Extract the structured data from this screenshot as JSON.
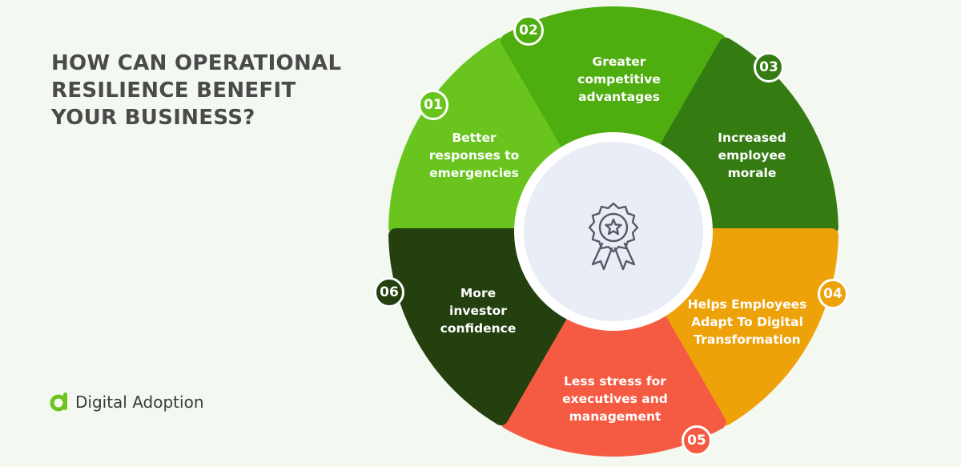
{
  "title_lines": [
    "HOW CAN OPERATIONAL",
    "RESILIENCE BENEFIT",
    "YOUR BUSINESS?"
  ],
  "logo": {
    "text": "Digital Adoption",
    "color": "#6cc51f"
  },
  "center_icon": "award-badge-icon",
  "segments": [
    {
      "number": "01",
      "lines": [
        "Better",
        "responses to",
        "emergencies"
      ],
      "color": "#69c51e"
    },
    {
      "number": "02",
      "lines": [
        "Greater",
        "competitive",
        "advantages"
      ],
      "color": "#4fae0f"
    },
    {
      "number": "03",
      "lines": [
        "Increased",
        "employee",
        "morale"
      ],
      "color": "#347b12"
    },
    {
      "number": "04",
      "lines": [
        "Helps Employees",
        "Adapt To Digital",
        "Transformation"
      ],
      "color": "#eea20a"
    },
    {
      "number": "05",
      "lines": [
        "Less stress for",
        "executives and",
        "management"
      ],
      "color": "#f55b43"
    },
    {
      "number": "06",
      "lines": [
        "More",
        "investor",
        "confidence"
      ],
      "color": "#24400f"
    }
  ]
}
